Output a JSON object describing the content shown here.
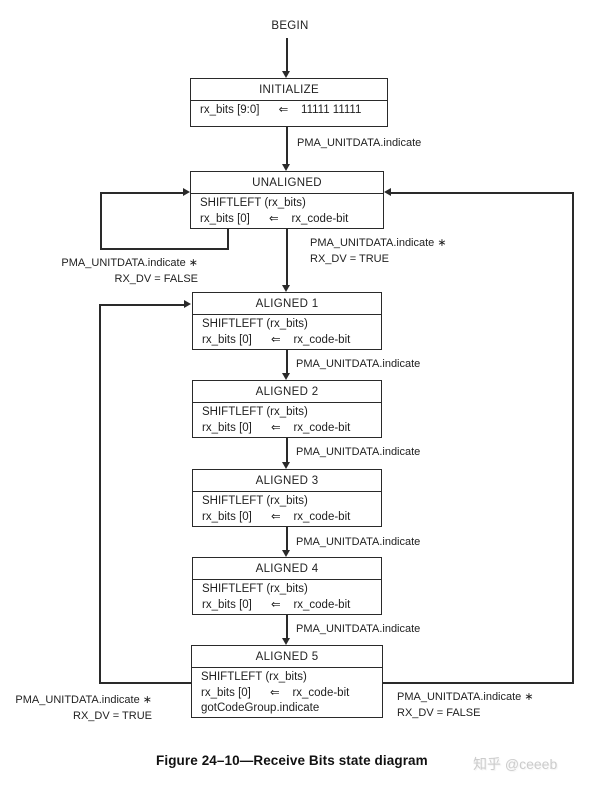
{
  "page": {
    "background": "#ffffff",
    "line_color": "#2a2a2a",
    "text_color": "#1f1f1f",
    "watermark_color": "#cccccc"
  },
  "diagram": {
    "begin_label": "BEGIN",
    "states": [
      {
        "title": "INITIALIZE",
        "lines": [
          "rx_bits [9:0]      ⇐    11111 11111"
        ]
      },
      {
        "title": "UNALIGNED",
        "lines": [
          "SHIFTLEFT (rx_bits)",
          "rx_bits [0]      ⇐    rx_code-bit"
        ]
      },
      {
        "title": "ALIGNED 1",
        "lines": [
          "SHIFTLEFT (rx_bits)",
          "rx_bits [0]      ⇐    rx_code-bit"
        ]
      },
      {
        "title": "ALIGNED 2",
        "lines": [
          "SHIFTLEFT (rx_bits)",
          "rx_bits [0]      ⇐    rx_code-bit"
        ]
      },
      {
        "title": "ALIGNED 3",
        "lines": [
          "SHIFTLEFT (rx_bits)",
          "rx_bits [0]      ⇐    rx_code-bit"
        ]
      },
      {
        "title": "ALIGNED 4",
        "lines": [
          "SHIFTLEFT (rx_bits)",
          "rx_bits [0]      ⇐    rx_code-bit"
        ]
      },
      {
        "title": "ALIGNED 5",
        "lines": [
          "SHIFTLEFT (rx_bits)",
          "rx_bits [0]      ⇐    rx_code-bit",
          "gotCodeGroup.indicate"
        ]
      }
    ],
    "transition_labels": {
      "initialize_to_unaligned": "PMA_UNITDATA.indicate",
      "unaligned_self": {
        "line1": "PMA_UNITDATA.indicate ∗",
        "line2": "RX_DV = FALSE"
      },
      "unaligned_to_aligned1": {
        "line1": "PMA_UNITDATA.indicate ∗",
        "line2": "RX_DV = TRUE"
      },
      "aligned1_to_aligned2": "PMA_UNITDATA.indicate",
      "aligned2_to_aligned3": "PMA_UNITDATA.indicate",
      "aligned3_to_aligned4": "PMA_UNITDATA.indicate",
      "aligned4_to_aligned5": "PMA_UNITDATA.indicate",
      "aligned5_to_aligned1": {
        "line1": "PMA_UNITDATA.indicate ∗",
        "line2": "RX_DV = TRUE"
      },
      "aligned5_to_unaligned": {
        "line1": "PMA_UNITDATA.indicate ∗",
        "line2": "RX_DV = FALSE"
      }
    },
    "caption": "Figure 24–10—Receive Bits state diagram",
    "watermark": "知乎 @ceeeb"
  }
}
